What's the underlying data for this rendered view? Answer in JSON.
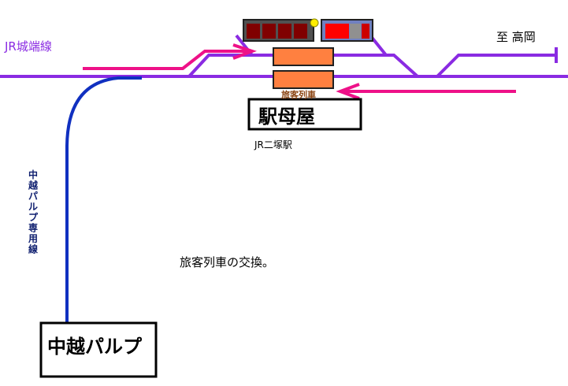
{
  "labels": {
    "jr_joha_line": "JR城端線",
    "to_takaoka": "至 高岡",
    "passenger_train_small": "旅客列車",
    "station_building": "駅母屋",
    "station_name": "JR二塚駅",
    "chuetsu_pulp_siding": "中越パルプ専用線",
    "caption": "旅客列車の交換。",
    "chuetsu_pulp": "中越パルプ"
  },
  "colors": {
    "main_line": "#8a2be2",
    "siding_line": "#1030c0",
    "arrow": "#ee1188",
    "train_car": "#ff8040",
    "jr_label": "#8a2be2",
    "signal_frame": "#404040",
    "signal_dark_lamp": "#800000",
    "signal_red_lamp": "#ff0000",
    "signal_gray_lamp": "#909090",
    "signal_indicator": "#ffee00",
    "label_brown": "#8b4513"
  },
  "icons": [
    "signal-panel-left-icon",
    "signal-panel-right-icon",
    "signal-indicator-icon",
    "track-end-bumper-icon"
  ]
}
